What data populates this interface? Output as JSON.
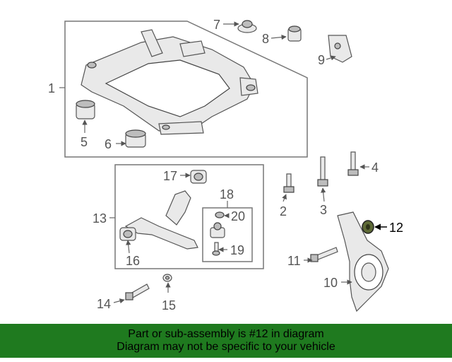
{
  "colors": {
    "banner_bg": "#1f7a1f",
    "part_gray": "#e9e9e9",
    "label_gray": "#555555",
    "highlight": "#000000"
  },
  "callouts": [
    "1",
    "2",
    "3",
    "4",
    "5",
    "6",
    "7",
    "8",
    "9",
    "10",
    "11",
    "12",
    "13",
    "14",
    "15",
    "16",
    "17",
    "18",
    "19",
    "20"
  ],
  "highlighted_part": "12",
  "banner": {
    "line1": "Part or sub-assembly is #12 in diagram",
    "line2": "Diagram may not be specific to your vehicle"
  }
}
